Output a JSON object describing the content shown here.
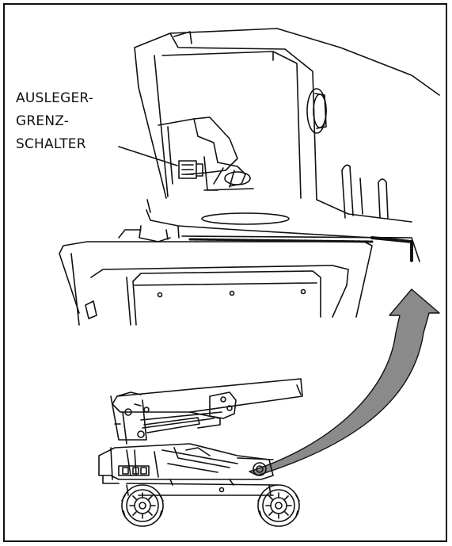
{
  "diagram": {
    "callout": {
      "lines": [
        "AUSLEGER-",
        "GRENZ-",
        "SCHALTER"
      ]
    },
    "colors": {
      "ink": "#111111",
      "arrow_fill": "#8a8a8a",
      "background": "#ffffff"
    },
    "icons": [
      "limit-switch-icon",
      "curved-arrow-icon",
      "boom-lift-icon",
      "wheel-icon"
    ]
  }
}
